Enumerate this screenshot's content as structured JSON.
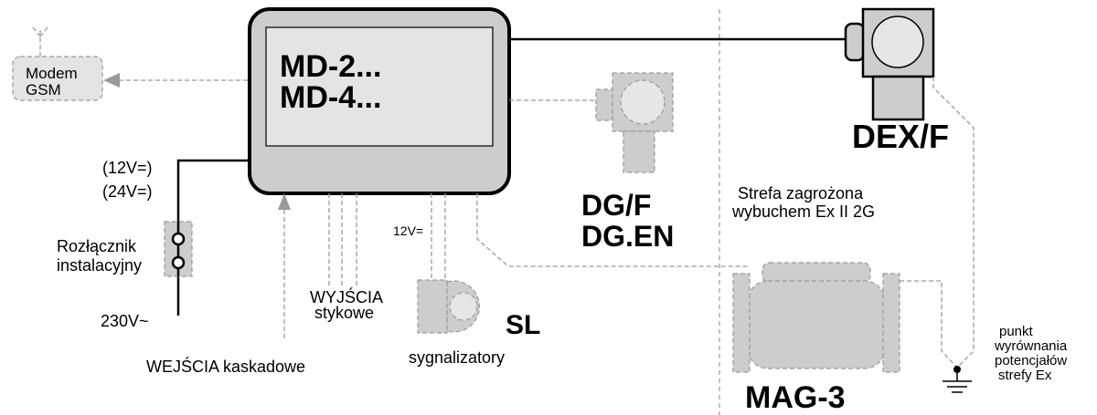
{
  "main_unit": {
    "line1": "MD-2...",
    "line2": "MD-4..."
  },
  "modem": {
    "line1": "Modem",
    "line2": "GSM"
  },
  "power": {
    "v12": "(12V=)",
    "v24": "(24V=)",
    "mains": "230V~"
  },
  "switch": {
    "line1": "Rozłącznik",
    "line2": "instalacyjny"
  },
  "inputs": {
    "cascade": "WEJŚCIA kaskadowe"
  },
  "outputs": {
    "line1": "WYJŚCIA",
    "line2": "stykowe"
  },
  "signal": {
    "voltage": "12V=",
    "name": "SL",
    "caption": "sygnalizatory"
  },
  "dgf": {
    "line1": "DG/F",
    "line2": "DG.EN"
  },
  "dexf": {
    "name": "DEX/F"
  },
  "zone": {
    "line1": "Strefa zagrożona",
    "line2": "wybuchem Ex II 2G"
  },
  "mag": {
    "name": "MAG-3"
  },
  "ground": {
    "line1": "punkt",
    "line2": "wyrównania",
    "line3": "potencjałów",
    "line4": "strefy Ex"
  }
}
